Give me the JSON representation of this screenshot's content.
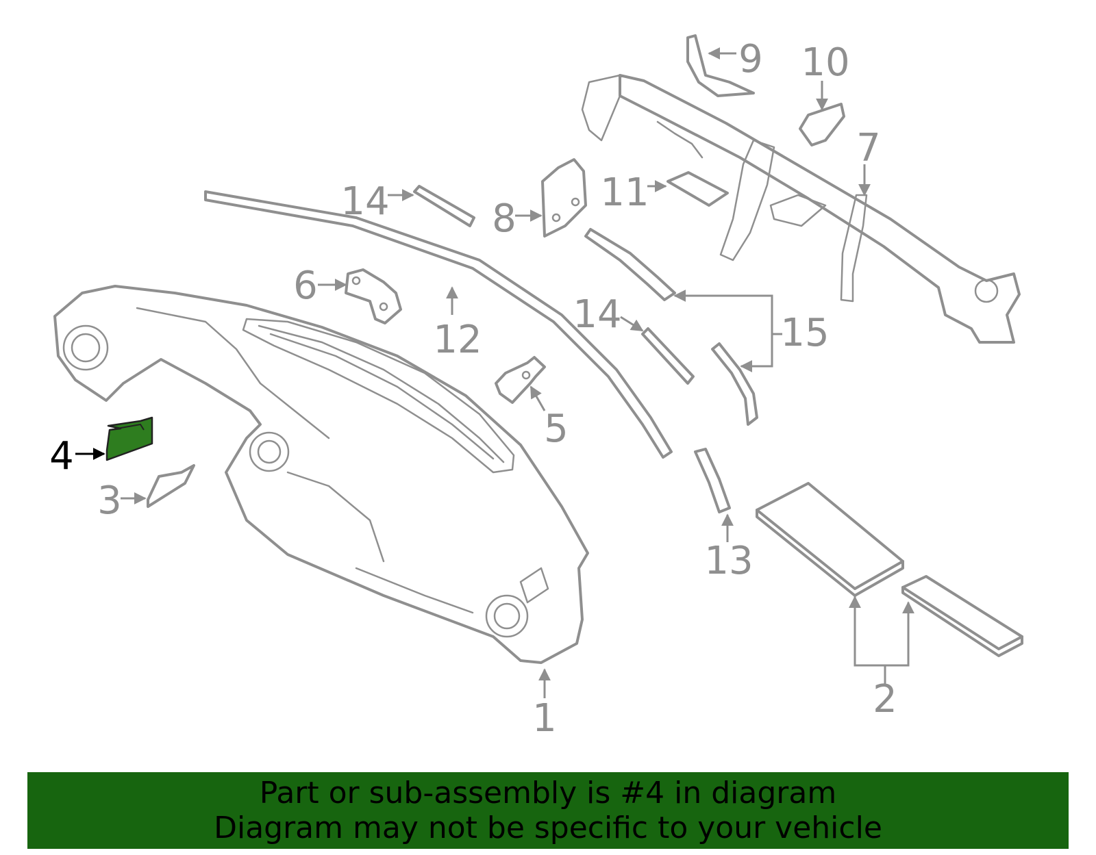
{
  "colors": {
    "line": "#8f8f8f",
    "highlight_fill": "#2e7d1f",
    "highlight_label": "#000000",
    "banner_bg": "#17650f",
    "banner_text": "#000000"
  },
  "highlighted_part": "4",
  "callouts": [
    {
      "id": "c1",
      "label": "1"
    },
    {
      "id": "c2",
      "label": "2"
    },
    {
      "id": "c3",
      "label": "3"
    },
    {
      "id": "c4",
      "label": "4"
    },
    {
      "id": "c5",
      "label": "5"
    },
    {
      "id": "c6",
      "label": "6"
    },
    {
      "id": "c7",
      "label": "7"
    },
    {
      "id": "c8",
      "label": "8"
    },
    {
      "id": "c9",
      "label": "9"
    },
    {
      "id": "c10",
      "label": "10"
    },
    {
      "id": "c11",
      "label": "11"
    },
    {
      "id": "c12",
      "label": "12"
    },
    {
      "id": "c13",
      "label": "13"
    },
    {
      "id": "c14a",
      "label": "14"
    },
    {
      "id": "c14b",
      "label": "14"
    },
    {
      "id": "c15",
      "label": "15"
    }
  ],
  "banner": {
    "line1": "Part or sub-assembly is #4 in diagram",
    "line2": "Diagram may not be specific to your vehicle"
  }
}
